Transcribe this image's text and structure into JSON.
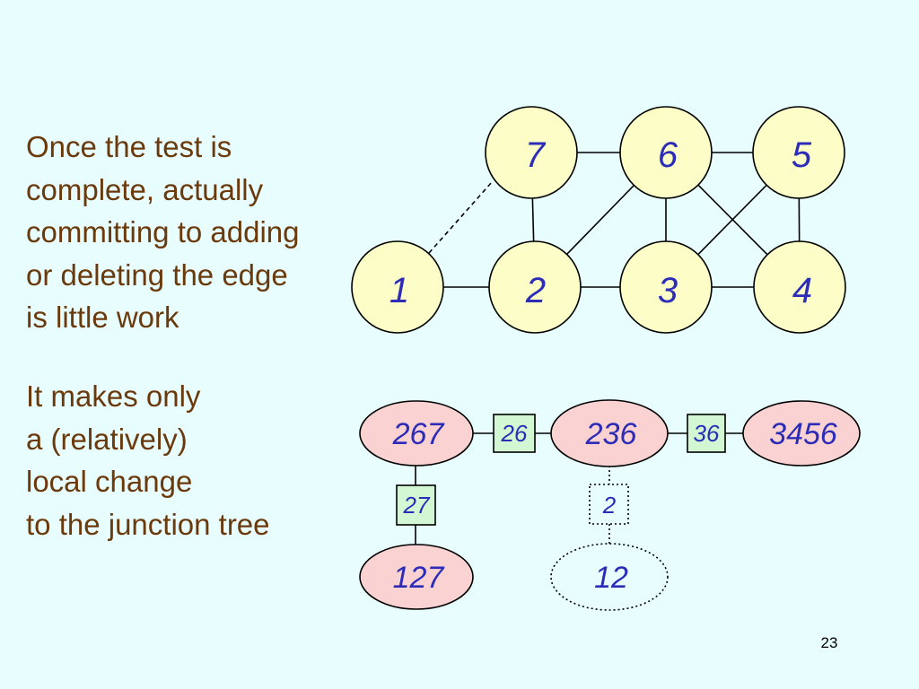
{
  "text": {
    "paragraph1": [
      "Once the test is",
      "complete, actually",
      "committing to adding",
      "or deleting the edge",
      "is little work"
    ],
    "paragraph2": [
      "It makes only",
      "a (relatively)",
      "local change",
      "to the junction tree"
    ]
  },
  "graph": {
    "nodes": [
      "7",
      "6",
      "5",
      "1",
      "2",
      "3",
      "4"
    ]
  },
  "junction_tree": {
    "cliques": [
      "267",
      "236",
      "3456",
      "127"
    ],
    "separators": [
      "26",
      "36",
      "27"
    ],
    "tentative_separator": "2",
    "tentative_clique": "12"
  },
  "page_number": "23",
  "colors": {
    "background": "#e8fdfd",
    "text": "#6b3a0c",
    "label": "#2c2cb8",
    "graph_node_fill": "#fdfdc8",
    "clique_fill": "#fad2d2",
    "separator_fill": "#d2f7d2"
  }
}
